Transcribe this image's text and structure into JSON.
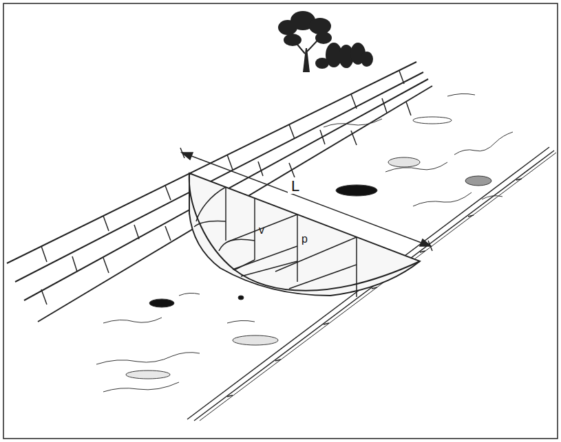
{
  "diagram": {
    "labels": [
      "L",
      "v",
      "p"
    ]
  }
}
